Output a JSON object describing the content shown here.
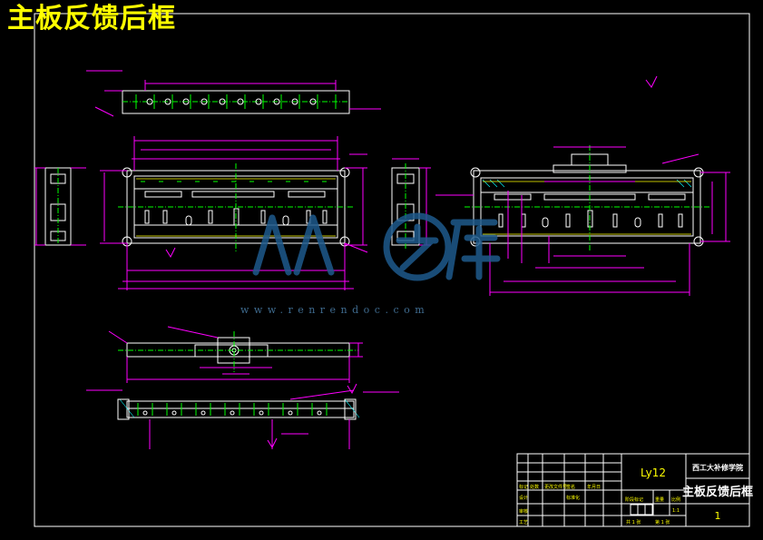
{
  "drawing": {
    "title": "主板反馈后框",
    "watermark": {
      "brand": "人人文库",
      "url": "www.renrendoc.com"
    },
    "title_block": {
      "material": "Ly12",
      "school": "西工大补修学院",
      "part_name": "主板反馈后框",
      "count": "1",
      "small_labels": [
        "标记",
        "处数",
        "更改文件号",
        "签名",
        "年月日",
        "设计",
        "标准化",
        "阶段标记",
        "重量",
        "比例",
        "审核",
        "工艺",
        "共 1 张",
        "第 1 张"
      ],
      "scale_value": "1:1"
    },
    "colors": {
      "background": "#000000",
      "frame": "#ffffff",
      "geometry": "#ffffff",
      "dimension": "#ff00ff",
      "centerline": "#00ff00",
      "title": "#ffff00",
      "hatch": "#00ffff",
      "watermark": "#1e5a8c"
    }
  }
}
